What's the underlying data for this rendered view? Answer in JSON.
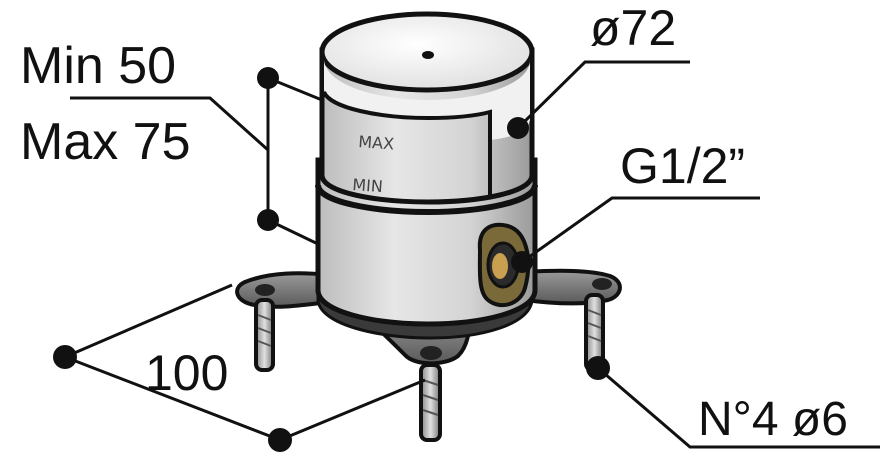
{
  "labels": {
    "min_height": "Min 50",
    "max_height": "Max 75",
    "diameter": "ø72",
    "thread": "G1/2”",
    "spacing": "100",
    "holes": "N°4 ø6"
  },
  "body_marks": {
    "max": "MAX",
    "min": "MIN"
  }
}
